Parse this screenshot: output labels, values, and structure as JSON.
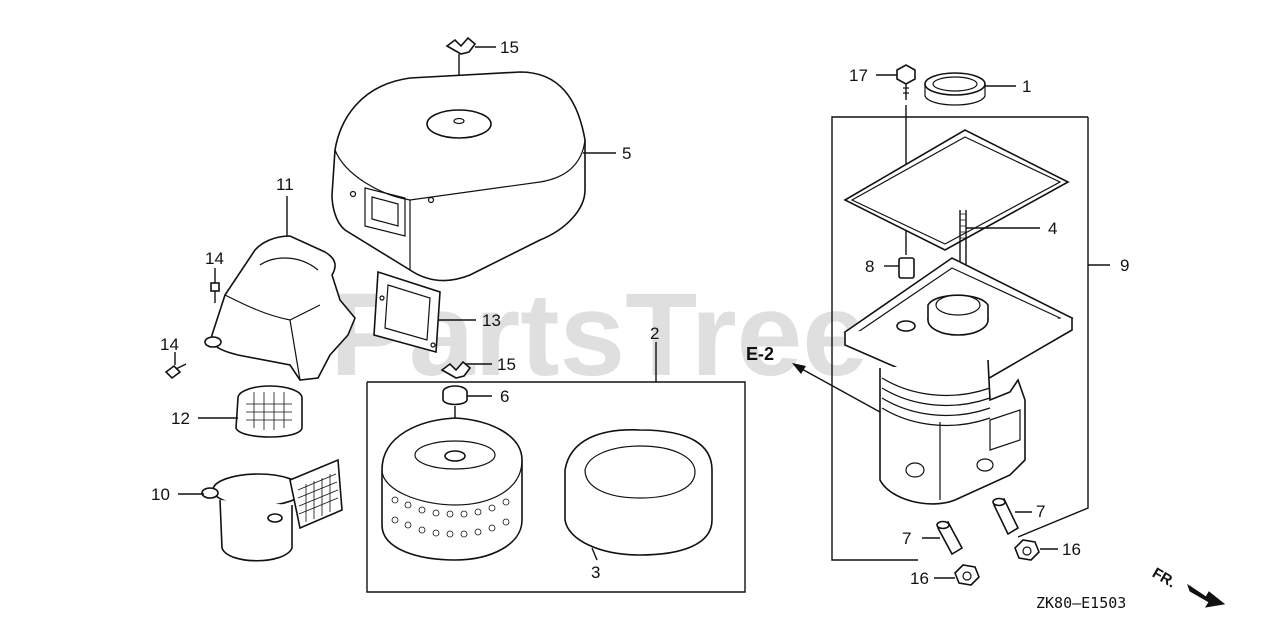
{
  "watermark": "PartsTree",
  "diagram_code": "ZK80—E1503",
  "direction_label": "FR.",
  "reference_label": "E-2",
  "callouts": {
    "c1": "1",
    "c2": "2",
    "c3": "3",
    "c4": "4",
    "c5": "5",
    "c6": "6",
    "c7a": "7",
    "c7b": "7",
    "c8": "8",
    "c9": "9",
    "c10": "10",
    "c11": "11",
    "c12": "12",
    "c13": "13",
    "c14a": "14",
    "c14b": "14",
    "c15a": "15",
    "c15b": "15",
    "c16a": "16",
    "c16b": "16",
    "c17": "17"
  }
}
